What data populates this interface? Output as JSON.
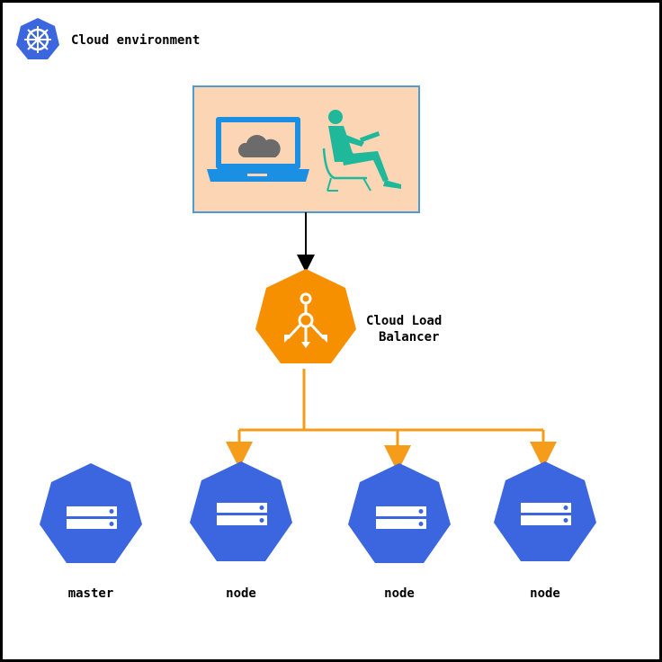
{
  "header": {
    "title": "Cloud environment",
    "logo_icon": "kubernetes-helm-icon"
  },
  "client": {
    "laptop_icon": "laptop-cloud-icon",
    "user_icon": "person-with-laptop-icon",
    "panel_color": "#fcd5b4",
    "panel_border": "#4f9bd3"
  },
  "load_balancer": {
    "label_line1": "Cloud Load",
    "label_line2": "Balancer",
    "color": "#f79000",
    "icon": "load-balancer-icon"
  },
  "nodes": [
    {
      "label": "master",
      "icon": "server-icon"
    },
    {
      "label": "node",
      "icon": "server-icon"
    },
    {
      "label": "node",
      "icon": "server-icon"
    },
    {
      "label": "node",
      "icon": "server-icon"
    }
  ],
  "colors": {
    "node_blue": "#3b66e0",
    "connector_orange": "#f59c1a",
    "connector_black": "#000000",
    "laptop_blue": "#1a8fe3",
    "person_green": "#1fb89a"
  }
}
